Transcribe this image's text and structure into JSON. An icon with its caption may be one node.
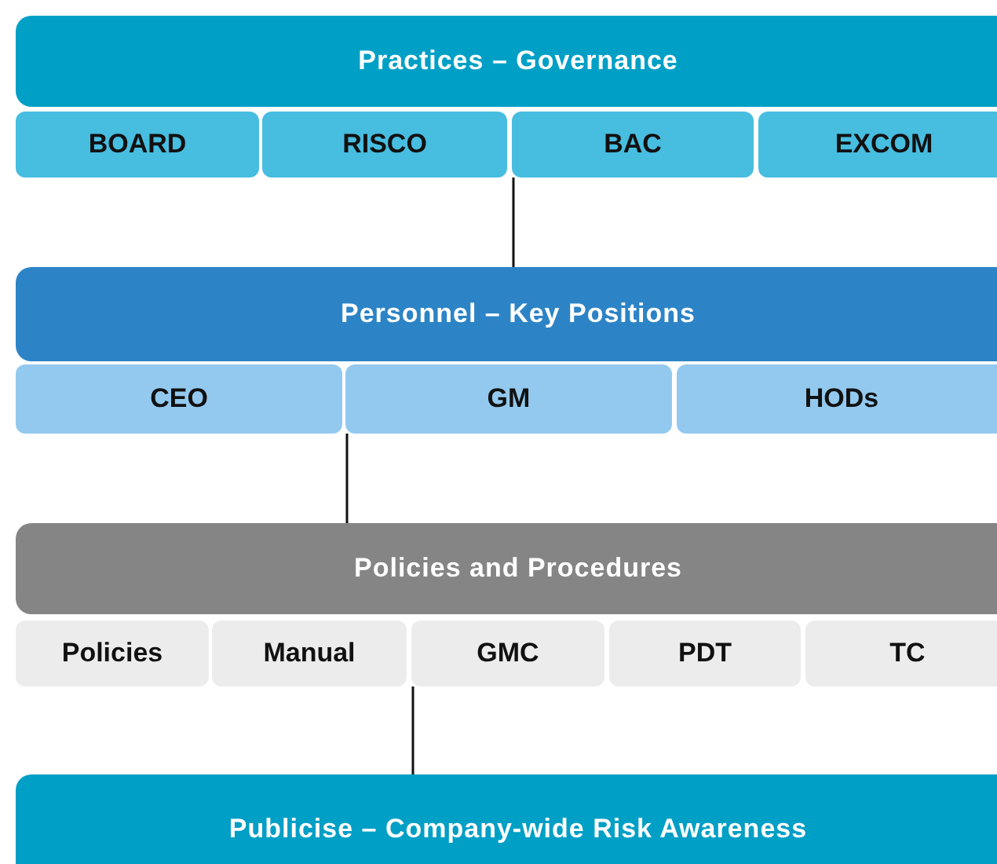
{
  "diagram": {
    "nodes": [
      {
        "text": [
          "Practices – Governance"
        ]
      },
      {
        "text": [
          "BOARD"
        ]
      },
      {
        "text": [
          "RISCO"
        ]
      },
      {
        "text": [
          "BAC"
        ]
      },
      {
        "text": [
          "EXCOM"
        ]
      },
      {
        "text": [
          "Personnel – Key Positions"
        ]
      },
      {
        "text": [
          "CEO"
        ]
      },
      {
        "text": [
          "GM"
        ]
      },
      {
        "text": [
          "HODs"
        ]
      },
      {
        "text": [
          "Policies and Procedures"
        ]
      },
      {
        "text": [
          "Policies"
        ]
      },
      {
        "text": [
          "Manual"
        ]
      },
      {
        "text": [
          "GMC"
        ]
      },
      {
        "text": [
          "PDT"
        ]
      },
      {
        "text": [
          "TC"
        ]
      },
      {
        "text": [
          "Publicise – Company-wide Risk Awareness"
        ]
      }
    ],
    "edges": [
      {
        "from": 3,
        "to": 5,
        "arrow": "none"
      },
      {
        "from": 7,
        "to": 9,
        "arrow": "none"
      },
      {
        "from": 12,
        "to": 15,
        "arrow": "none"
      }
    ]
  }
}
